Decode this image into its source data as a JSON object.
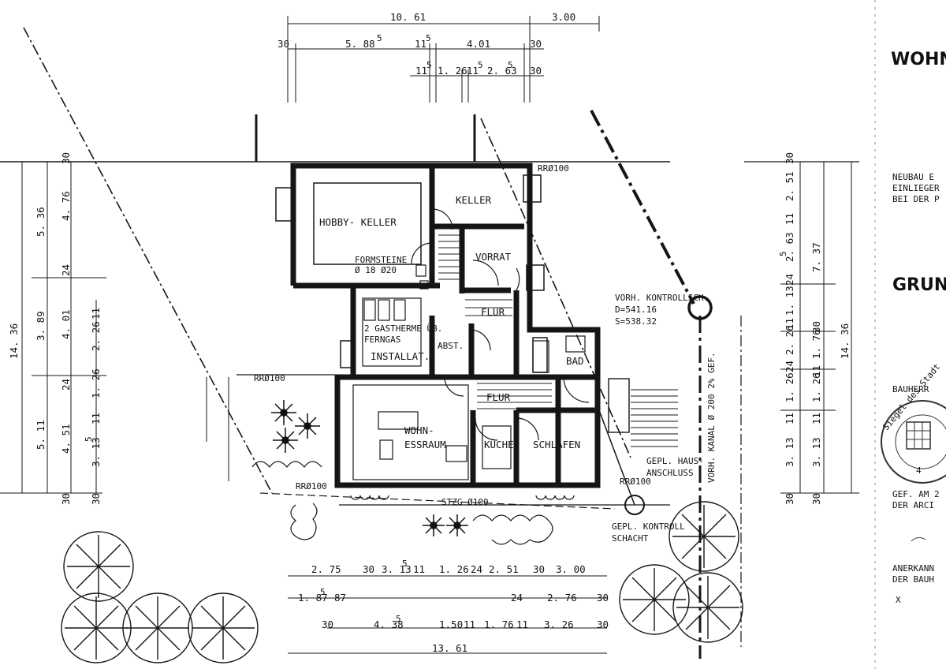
{
  "title_block": {
    "title": "WOHN",
    "subtitle_lines": [
      "NEUBAU E",
      "EINLIEGER",
      "BEI DER P"
    ],
    "plan_heading": "GRUN",
    "owner_label": "BAUHERR",
    "drawn_lines": [
      "GEF. AM 2",
      "DER ARCI"
    ],
    "approved_lines": [
      "ANERKANN",
      "DER BAUH"
    ],
    "mark": "X",
    "stamp": {
      "text": "Siegel des Stadt",
      "number": "4"
    }
  },
  "rooms": {
    "hobby": "HOBBY- KELLER",
    "keller": "KELLER",
    "vorrat": "VORRAT",
    "flur_upper": "FLUR",
    "abst": "ABST.",
    "installat": "INSTALLAT.",
    "gastherme_1": "2 GASTHERME ÜB.",
    "gastherme_2": "FERNGAS",
    "bad": "BAD",
    "flur_lower": "FLUR",
    "wohn_1": "WOHN-",
    "wohn_2": "ESSRAUM",
    "kueche": "KÜCHE",
    "schlafen": "SCHLAFEN"
  },
  "annotations": {
    "formsteine": "FORMSTEINE",
    "formsteine_sizes": "Ø 18     Ø20",
    "rr_top": "RRØ100",
    "rr_left": "RRØ100",
    "rr_bottom_left": "RRØ100",
    "rr_bottom_right": "RRØ100",
    "stzg": "STZG Ø100",
    "kontroll_1": "VORH. KONTROLLSCH.",
    "kontroll_2": "D=541.16",
    "kontroll_3": "S=538.32",
    "kanal": "VORH. KANAL Ø 200   2% GEF.",
    "haus_1": "GEPL. HAUS-",
    "haus_2": "ANSCHLUSS",
    "gepl_1": "GEPL. KONTROLL",
    "gepl_2": "SCHACHT"
  },
  "dims_top": {
    "total_a": "10. 61",
    "total_b": "3.00",
    "r2_a": "30",
    "r2_b": "5. 88",
    "r2_b_sup": "5",
    "r2_c": "11",
    "r2_c_sup": "5",
    "r2_d": "4.01",
    "r2_e": "30",
    "r3_a": "11",
    "r3_a_sup": "5",
    "r3_b": "1. 26",
    "r3_c": "11",
    "r3_c_sup": "5",
    "r3_d": "2. 63",
    "r3_d_sup": "5",
    "r3_e": "30"
  },
  "dims_bottom": {
    "r1": [
      "2. 75",
      "30",
      "3. 13",
      "11",
      "1. 26",
      "24",
      "2. 51",
      "30",
      "3. 00"
    ],
    "r1_sup": "5",
    "r2": [
      "1. 87",
      "87",
      "24",
      "2. 76",
      "30"
    ],
    "r2_sup": "5",
    "r3": [
      "30",
      "4. 38",
      "1.50",
      "11",
      "1. 76",
      "11",
      "3. 26",
      "30"
    ],
    "r3_sup": "5",
    "total": "13. 61"
  },
  "dims_left": {
    "total": "14. 36",
    "a": [
      "5. 36",
      "3. 89",
      "5. 11"
    ],
    "b": [
      "4. 76",
      "24",
      "4. 01",
      "24",
      "4. 51",
      "30"
    ],
    "c": [
      "30",
      "2. 26",
      "11",
      "1. 26",
      "11",
      "3. 13",
      "30"
    ],
    "c_sup": "5"
  },
  "dims_right": {
    "total": "14. 36",
    "b": [
      "2. 51",
      "11",
      "2. 63",
      "24",
      "1. 13",
      "11",
      "2. 26",
      "24",
      "1. 26",
      "11",
      "3. 13",
      "30"
    ],
    "c": [
      "7. 37",
      "30",
      "1. 76",
      "11",
      "1. 26",
      "11",
      "3. 13",
      "30"
    ],
    "sup": "5",
    "top": "30"
  }
}
